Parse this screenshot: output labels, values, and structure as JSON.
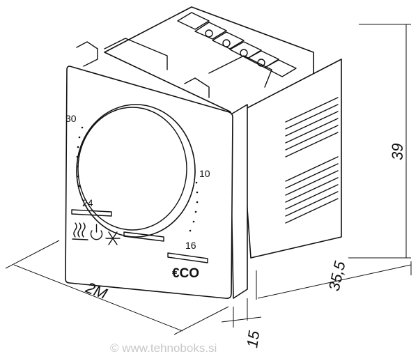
{
  "scale_labels": {
    "t30": "30",
    "t10": "10",
    "t24": "24",
    "t16": "16"
  },
  "eco_label": "€CO",
  "dimensions": {
    "width": "2M",
    "height": "39",
    "depth": "35,5",
    "frame": "15"
  },
  "watermark": "© www.tehnoboks.si",
  "icons": [
    "heating-icon",
    "power-icon",
    "snowflake-icon"
  ]
}
